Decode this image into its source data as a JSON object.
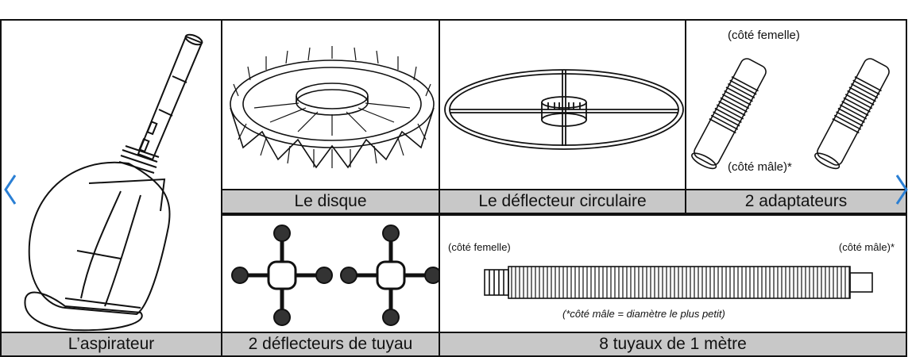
{
  "captions": {
    "vacuum": "L’aspirateur",
    "disc": "Le disque",
    "circular_deflector": "Le déflecteur circulaire",
    "adapters": "2 adaptateurs",
    "hose_deflectors": "2 déflecteurs de tuyau",
    "hoses": "8 tuyaux de 1 mètre"
  },
  "adapter_notes": {
    "female_side": "(côté femelle)",
    "male_side": "(côté mâle)*"
  },
  "hose_notes": {
    "female_side": "(côté femelle)",
    "male_side": "(côté mâle)*",
    "footnote": "(*côté mâle = diamètre le plus petit)"
  },
  "icons": {
    "prev": "chevron-left-icon",
    "next": "chevron-right-icon"
  },
  "colors": {
    "caption_bg": "#c8c8c8",
    "nav_arrow": "#2a7fd4"
  }
}
